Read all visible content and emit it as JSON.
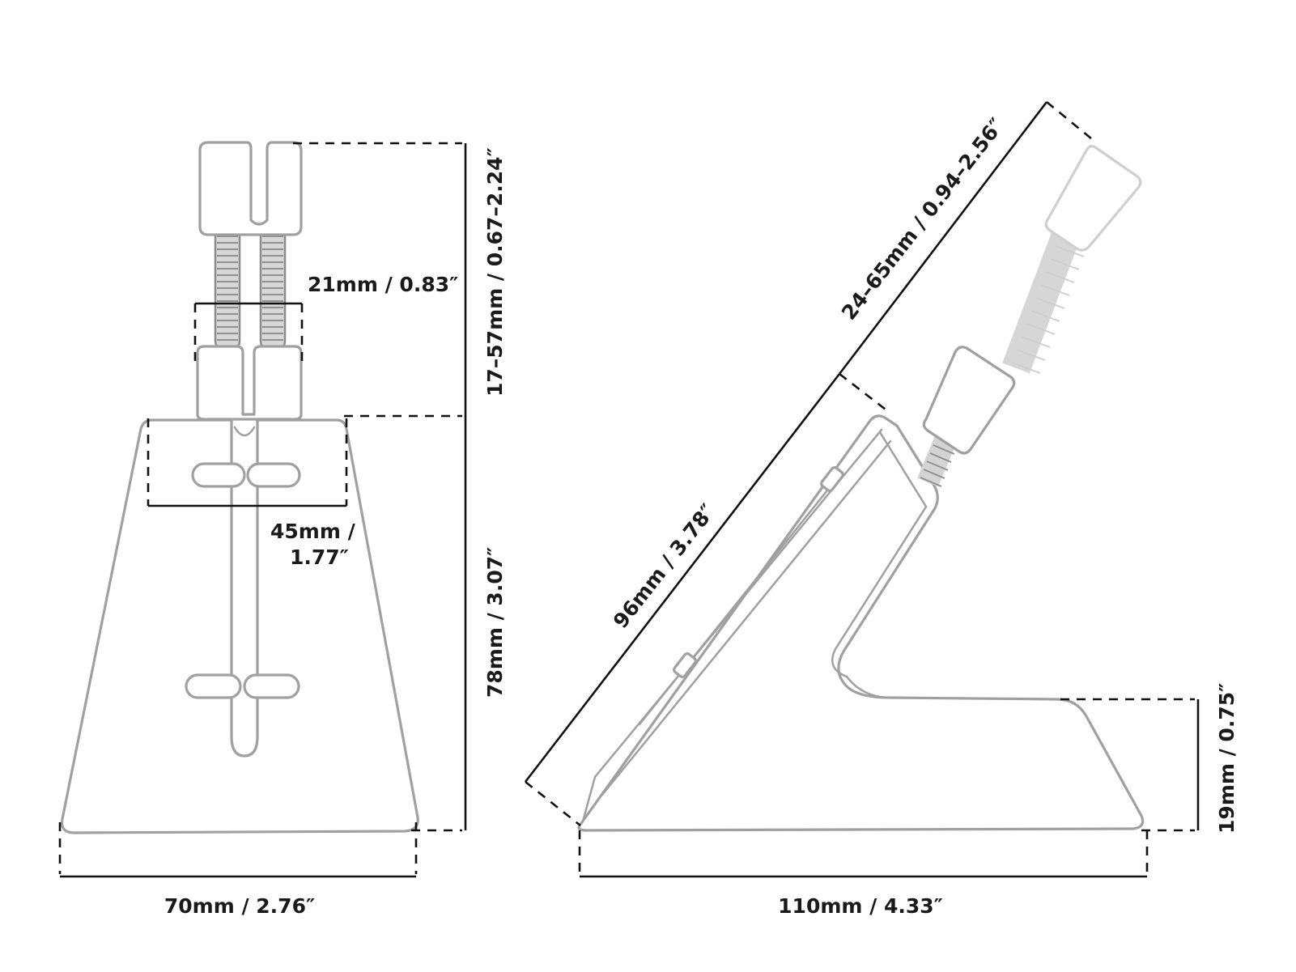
{
  "front_view": {
    "width_label": "70mm / 2.76″",
    "base_height_label": "78mm / 3.07″",
    "arm_height_label": "17–57mm / 0.67–2.24″",
    "clip_width_label": "21mm / 0.83″",
    "slot_width_label_line1": "45mm /",
    "slot_width_label_line2": "1.77″"
  },
  "side_view": {
    "length_label": "110mm / 4.33″",
    "height_label": "19mm / 0.75″",
    "slope_label": "96mm / 3.78″",
    "arm_label": "24–65mm / 0.94–2.56″"
  }
}
